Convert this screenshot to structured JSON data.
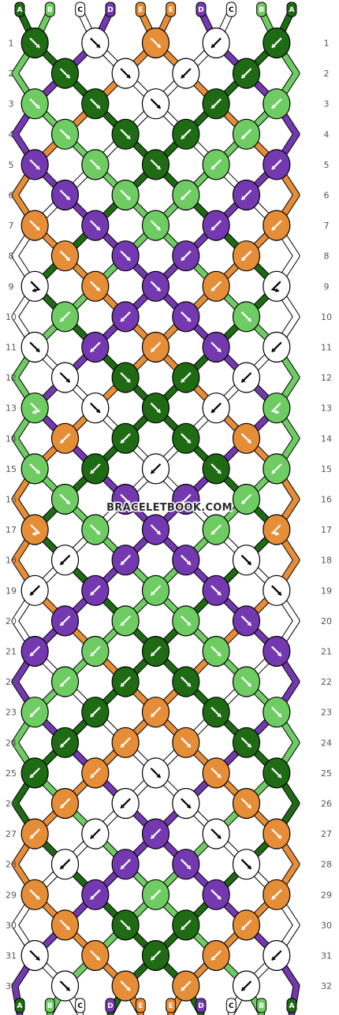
{
  "watermark": "BRACELETBOOK.COM",
  "colors": {
    "A": "#1e6b14",
    "B": "#6fcc63",
    "C": "#ffffff",
    "D": "#7439b0",
    "E": "#e68d38"
  },
  "strands_top": [
    "A",
    "B",
    "C",
    "D",
    "E",
    "E",
    "D",
    "C",
    "B",
    "A"
  ],
  "strands_bottom": [
    "A",
    "B",
    "C",
    "D",
    "E",
    "E",
    "D",
    "C",
    "B",
    "A"
  ],
  "row_numbers": [
    1,
    2,
    3,
    4,
    5,
    6,
    7,
    8,
    9,
    10,
    11,
    12,
    13,
    14,
    15,
    16,
    17,
    18,
    19,
    20,
    21,
    22,
    23,
    24,
    25,
    26,
    27,
    28,
    29,
    30,
    31,
    32
  ],
  "knot_types": {
    "f": "forward knot (arrow down-right)",
    "b": "backward knot (arrow down-left)",
    "fb": "forward-backward knot",
    "bf": "backward-forward knot"
  },
  "knots": [
    [
      "f",
      "f",
      "f",
      "b",
      "b"
    ],
    [
      "f",
      "f",
      "b",
      "b"
    ],
    [
      "f",
      "f",
      "f",
      "b",
      "b"
    ],
    [
      "f",
      "f",
      "b",
      "b"
    ],
    [
      "f",
      "f",
      "f",
      "b",
      "b"
    ],
    [
      "f",
      "f",
      "b",
      "b"
    ],
    [
      "f",
      "f",
      "f",
      "b",
      "b"
    ],
    [
      "f",
      "f",
      "b",
      "b"
    ],
    [
      "fb",
      "f",
      "f",
      "b",
      "bf"
    ],
    [
      "b",
      "b",
      "f",
      "f"
    ],
    [
      "f",
      "b",
      "b",
      "f",
      "b"
    ],
    [
      "f",
      "f",
      "b",
      "b"
    ],
    [
      "fb",
      "f",
      "f",
      "b",
      "bf"
    ],
    [
      "b",
      "b",
      "f",
      "f"
    ],
    [
      "f",
      "b",
      "b",
      "f",
      "b"
    ],
    [
      "f",
      "f",
      "b",
      "b"
    ],
    [
      "fb",
      "f",
      "f",
      "b",
      "bf"
    ],
    [
      "b",
      "b",
      "f",
      "f"
    ],
    [
      "b",
      "b",
      "b",
      "f",
      "f"
    ],
    [
      "b",
      "b",
      "f",
      "f"
    ],
    [
      "b",
      "b",
      "b",
      "f",
      "f"
    ],
    [
      "b",
      "b",
      "f",
      "f"
    ],
    [
      "b",
      "b",
      "b",
      "f",
      "f"
    ],
    [
      "b",
      "b",
      "f",
      "f"
    ],
    [
      "b",
      "b",
      "f",
      "f",
      "f"
    ],
    [
      "b",
      "b",
      "f",
      "f"
    ],
    [
      "b",
      "b",
      "b",
      "f",
      "f"
    ],
    [
      "b",
      "b",
      "f",
      "f"
    ],
    [
      "f",
      "b",
      "b",
      "f",
      "b"
    ],
    [
      "f",
      "f",
      "b",
      "b"
    ],
    [
      "f",
      "f",
      "b",
      "b",
      "b"
    ],
    [
      "f",
      "f",
      "b",
      "b"
    ]
  ]
}
